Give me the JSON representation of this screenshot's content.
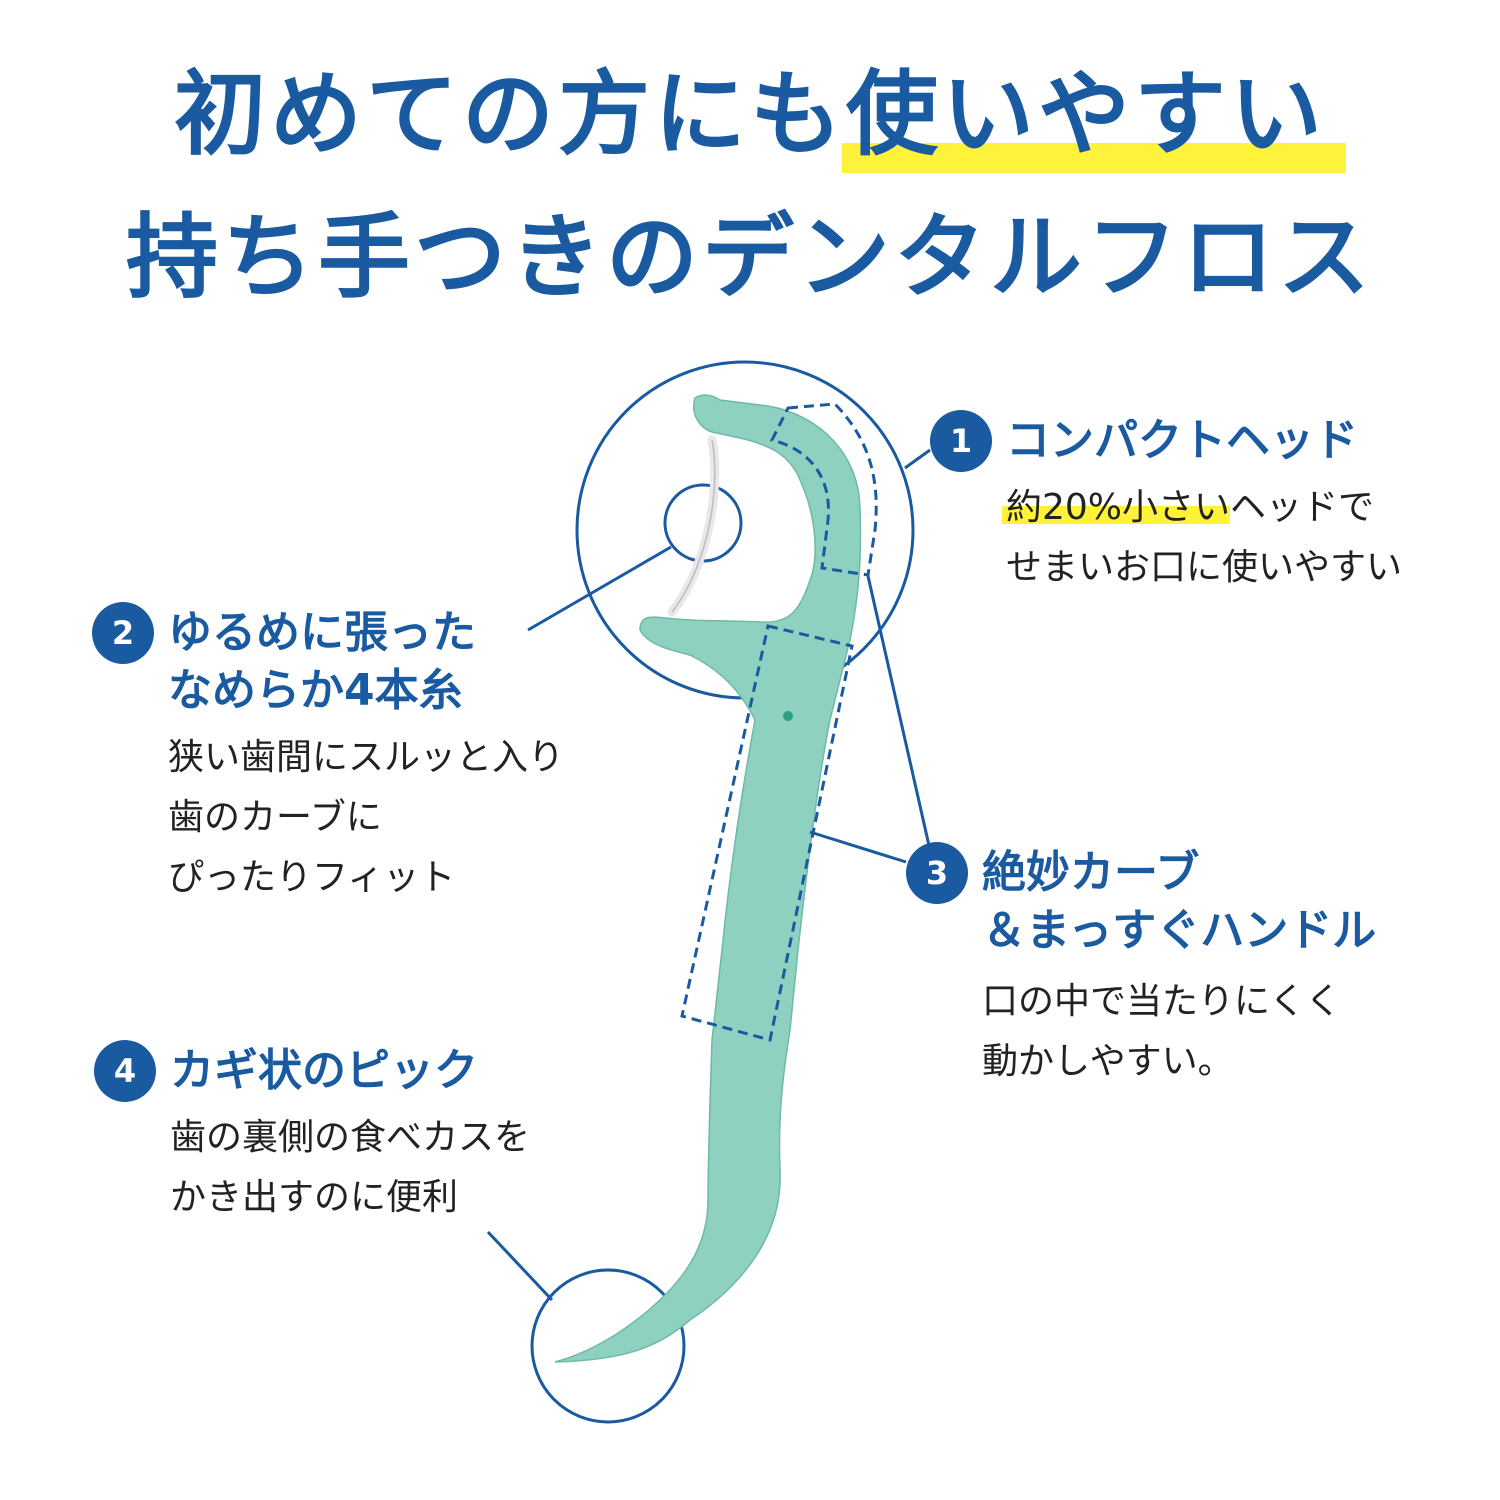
{
  "headline": {
    "line1_plain": "初めての方にも",
    "line1_highlight": "使いやすい",
    "line2": "持ち手つきのデンタルフロス"
  },
  "features": [
    {
      "number": "1",
      "title_lines": [
        "コンパクトヘッド"
      ],
      "body_highlight": "約20%小さい",
      "body_rest": "ヘッドで",
      "body_line2": "せまいお口に使いやすい"
    },
    {
      "number": "2",
      "title_lines": [
        "ゆるめに張った",
        "なめらか4本糸"
      ],
      "body_lines": [
        "狭い歯間にスルッと入り",
        "歯のカーブに",
        "ぴったりフィット"
      ]
    },
    {
      "number": "3",
      "title_lines": [
        "絶妙カーブ",
        "＆まっすぐハンドル"
      ],
      "body_lines": [
        "口の中で当たりにくく",
        "動かしやすい。"
      ]
    },
    {
      "number": "4",
      "title_lines": [
        "カギ状のピック"
      ],
      "body_lines": [
        "歯の裏側の食べカスを",
        "かき出すのに便利"
      ]
    }
  ],
  "colors": {
    "accent": "#1a5aa0",
    "highlight": "#fff23a",
    "floss_pick": "#8fd1c0"
  },
  "icons": [
    "floss-pick-illustration"
  ]
}
